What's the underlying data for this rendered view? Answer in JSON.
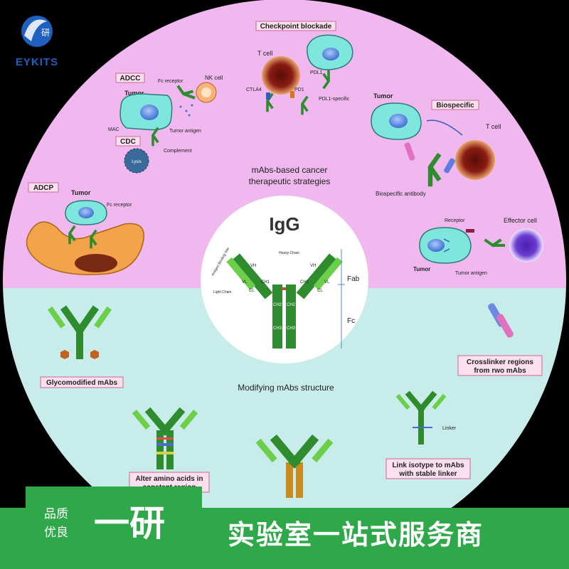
{
  "brand": {
    "name": "EYKITS",
    "logo_glyph": "研"
  },
  "top_title": "mAbs-based cancer therapeutic strategies",
  "top_title_line1": "mAbs-based cancer",
  "top_title_line2": "therapeutic strategies",
  "center": {
    "title": "IgG",
    "labels": {
      "heavy": "Heavy Chain",
      "light": "Light Chain",
      "binding": "Antigen Binding Site",
      "fab": "Fab",
      "fc": "Fc",
      "vh": "VH",
      "vl": "VL",
      "ch1": "CH1",
      "cl": "CL",
      "ch2": "CH2",
      "ch3": "CH3"
    }
  },
  "strategies": {
    "adcc": {
      "title": "ADCC",
      "tumor": "Tumor",
      "fc_receptor": "Fc receptor",
      "nk": "NK cell",
      "mac": "MAC",
      "tumor_antigen": "Tumor antigen"
    },
    "cdc": {
      "title": "CDC",
      "complement": "Complement",
      "lysis": "Lysis"
    },
    "checkpoint": {
      "title": "Checkpoint blockade",
      "tcell": "T cell",
      "pdl1": "PDL1",
      "ctla4": "CTLA4",
      "pd1": "PD1",
      "pdl1_specific": "PDL1-specific"
    },
    "bispecific": {
      "title": "Biospecific",
      "tumor": "Tumor",
      "tcell": "T cell",
      "antibody": "Biospecific antibody"
    },
    "adcp": {
      "title": "ADCP",
      "tumor": "Tumor",
      "fc_receptor": "Fc receptor"
    },
    "effector": {
      "receptor": "Receptor",
      "effector_cell": "Effector cell",
      "tumor": "Tumor",
      "tumor_antigen": "Tumor antigen"
    }
  },
  "bottom_title": "Modifying mAbs structure",
  "modifications": {
    "glyco": "Glycomodified mAbs",
    "crosslinker_l1": "Crosslinker regions",
    "crosslinker_l2": "from rwo mAbs",
    "alter_l1": "Alter amino acids in",
    "alter_l2": "constant region",
    "linker": "Linker",
    "link_l1": "Link isotype to mAbs",
    "link_l2": "with stable linker"
  },
  "footer": {
    "quality_l1": "品质",
    "quality_l2": "优良",
    "brand_cn": "一研",
    "slogan": "实验室一站式服务商"
  },
  "colors": {
    "top_bg": "#f0b8ee",
    "bottom_bg": "#c8ece9",
    "antibody": "#2e8b2e",
    "antibody_light": "#6ccf4a",
    "footer_green": "#2fa84a"
  }
}
